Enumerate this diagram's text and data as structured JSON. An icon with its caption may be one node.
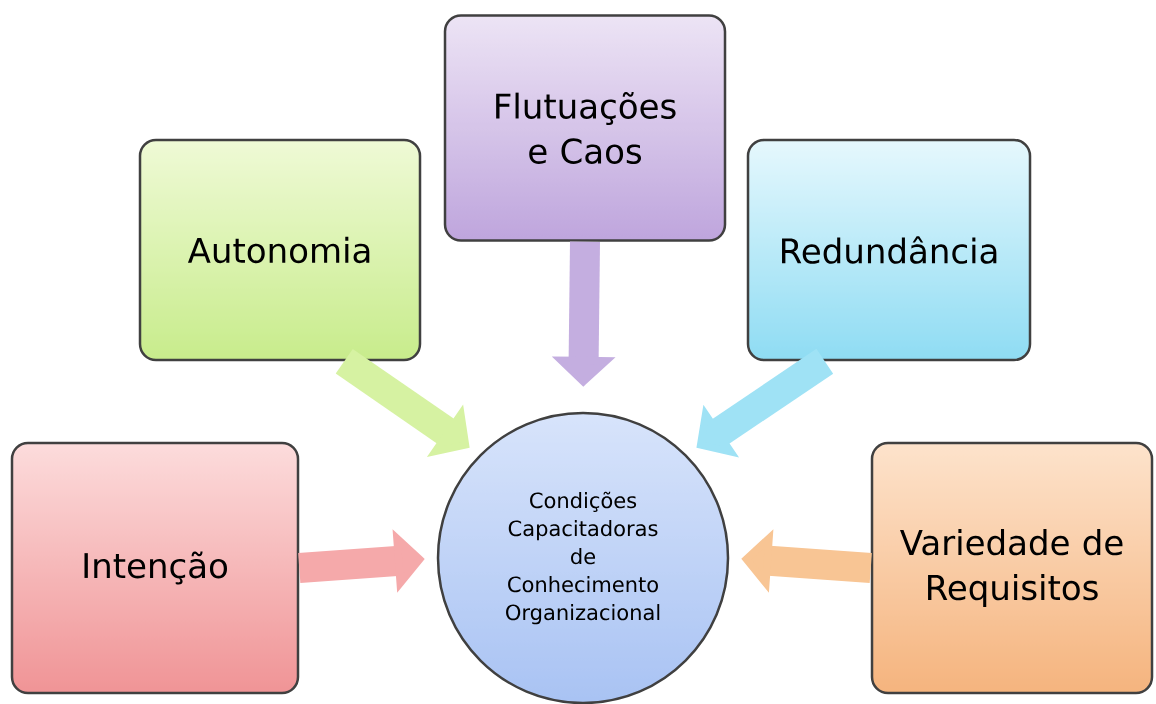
{
  "diagram": {
    "nodes": [
      {
        "text": [
          "Flutuações e Caos"
        ]
      },
      {
        "text": [
          "Autonomia"
        ]
      },
      {
        "text": [
          "Redundância"
        ]
      },
      {
        "text": [
          "Intenção"
        ]
      },
      {
        "text": [
          "Condições Capacitadoras de Conhecimento Organizacional"
        ]
      },
      {
        "text": [
          "Variedade de Requisitos"
        ]
      }
    ],
    "edges": [
      {
        "from": 0,
        "to": 4,
        "arrow": "to",
        "color": "#c4aee0"
      },
      {
        "from": 1,
        "to": 4,
        "arrow": "to",
        "color": "#d6f2a2"
      },
      {
        "from": 2,
        "to": 4,
        "arrow": "to",
        "color": "#9fe2f5"
      },
      {
        "from": 3,
        "to": 4,
        "arrow": "to",
        "color": "#f5a9aa"
      },
      {
        "from": 5,
        "to": 4,
        "arrow": "to",
        "color": "#f8c594"
      }
    ]
  }
}
